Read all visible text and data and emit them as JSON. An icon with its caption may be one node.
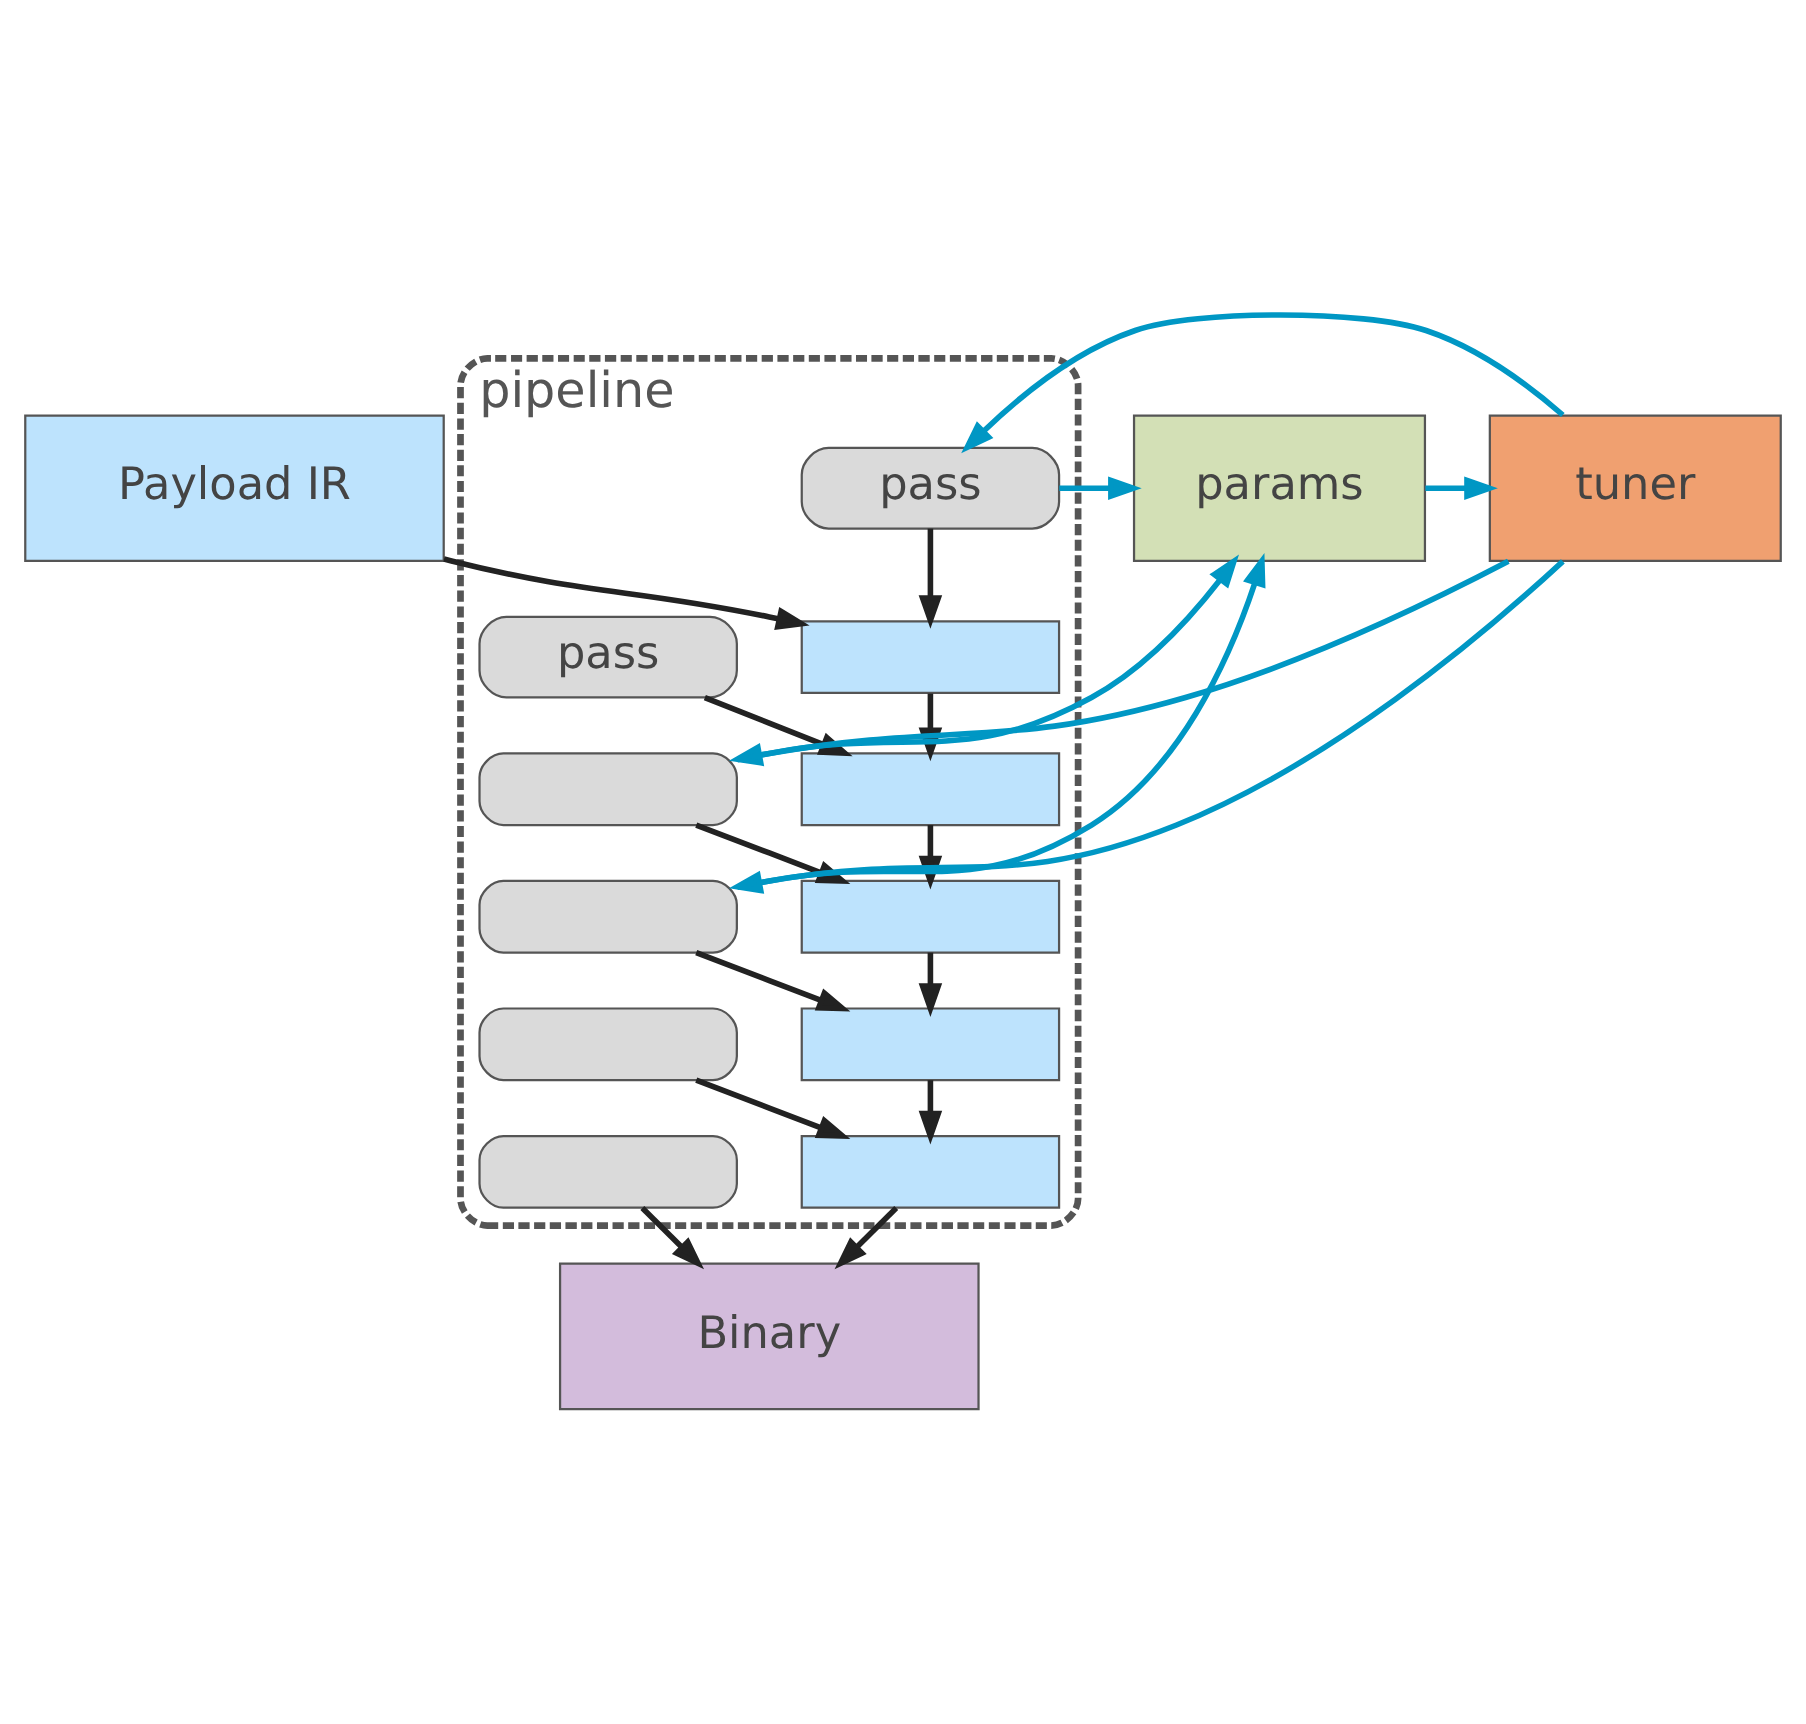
{
  "diagram": {
    "nodes": [
      {
        "text": [
          "Payload IR"
        ]
      },
      {
        "text": [
          "pipeline"
        ]
      },
      {
        "text": [
          "pass"
        ],
        "in": 1
      },
      {
        "text": [],
        "shape": "box",
        "in": 1
      },
      {
        "text": [
          "pass"
        ],
        "in": 1
      },
      {
        "text": [],
        "shape": "box",
        "in": 1
      },
      {
        "text": [],
        "shape": "box",
        "in": 1
      },
      {
        "text": [],
        "shape": "box",
        "in": 1
      },
      {
        "text": [],
        "shape": "box",
        "in": 1
      },
      {
        "text": [],
        "shape": "box",
        "in": 1
      },
      {
        "text": [],
        "shape": "box",
        "in": 1
      },
      {
        "text": [],
        "shape": "box",
        "in": 1
      },
      {
        "text": [],
        "shape": "box",
        "in": 1
      },
      {
        "text": [
          "params"
        ]
      },
      {
        "text": [
          "tuner"
        ]
      },
      {
        "text": [
          "Binary"
        ]
      }
    ],
    "edges": [
      {
        "from": 0,
        "to": 3,
        "arrow": "to"
      },
      {
        "from": 2,
        "to": 3,
        "arrow": "to"
      },
      {
        "from": 3,
        "to": 5,
        "arrow": "to"
      },
      {
        "from": 4,
        "to": 5,
        "arrow": "to"
      },
      {
        "from": 5,
        "to": 7,
        "arrow": "to"
      },
      {
        "from": 6,
        "to": 7,
        "arrow": "to"
      },
      {
        "from": 7,
        "to": 9,
        "arrow": "to"
      },
      {
        "from": 8,
        "to": 9,
        "arrow": "to"
      },
      {
        "from": 9,
        "to": 11,
        "arrow": "to"
      },
      {
        "from": 10,
        "to": 11,
        "arrow": "to"
      },
      {
        "from": 11,
        "to": 15,
        "arrow": "to"
      },
      {
        "from": 12,
        "to": 15,
        "arrow": "to"
      },
      {
        "from": 2,
        "to": 13,
        "arrow": "to",
        "color": "#0097c4"
      },
      {
        "from": 6,
        "to": 13,
        "arrow": "to",
        "color": "#0097c4"
      },
      {
        "from": 8,
        "to": 13,
        "arrow": "to",
        "color": "#0097c4"
      },
      {
        "from": 14,
        "to": 2,
        "arrow": "to",
        "color": "#0097c4"
      },
      {
        "from": 14,
        "to": 6,
        "arrow": "to",
        "color": "#0097c4"
      },
      {
        "from": 14,
        "to": 8,
        "arrow": "to",
        "color": "#0097c4"
      },
      {
        "from": 13,
        "to": 14,
        "arrow": "to",
        "color": "#0097c4"
      }
    ]
  }
}
